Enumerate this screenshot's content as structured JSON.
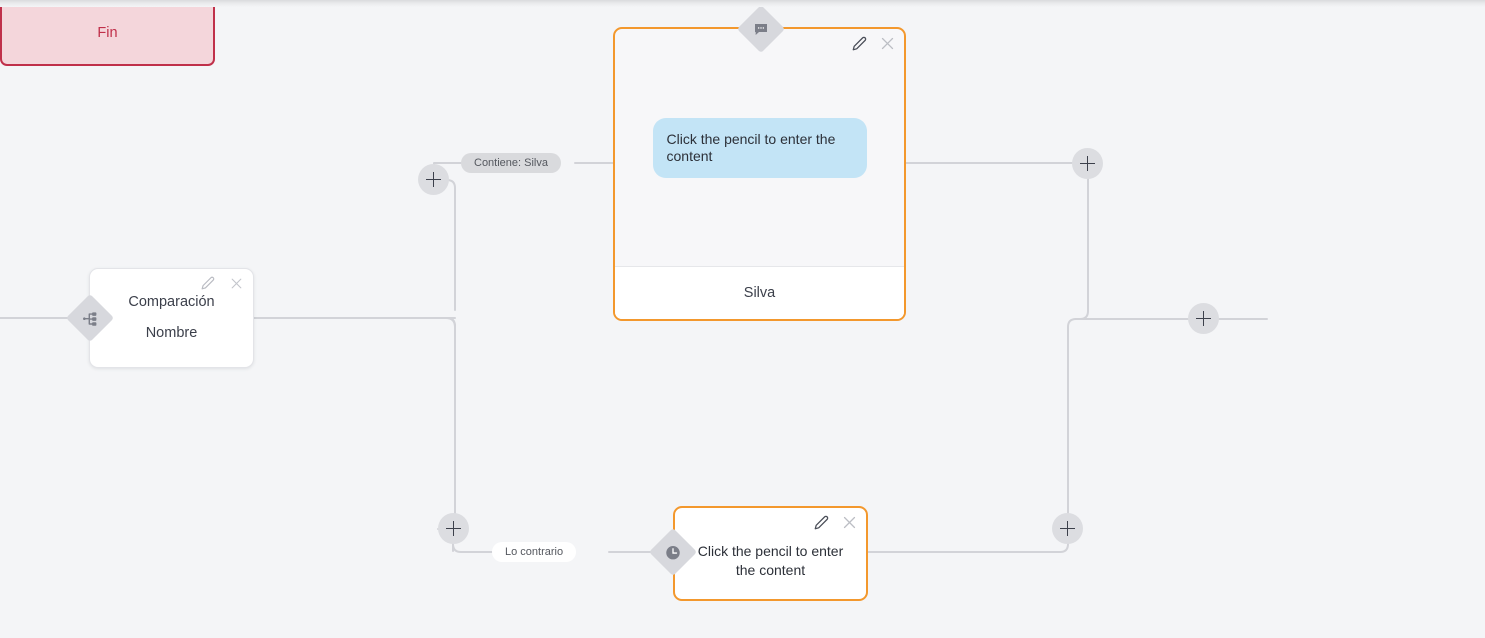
{
  "canvas": {
    "background_color": "#f4f5f7",
    "edge_color": "#d2d3d8",
    "accent_orange": "#f3982d",
    "accent_red": "#c0304a",
    "bubble_blue": "#c3e4f6",
    "diamond_gray": "#d7d8dd",
    "plus_gray": "#dcdde1"
  },
  "nodes": {
    "comparison": {
      "title": "Comparación",
      "subtitle": "Nombre",
      "icon": "branch-icon",
      "edit_icon": "pencil-icon",
      "close_icon": "close-icon"
    },
    "message": {
      "bubble_text": "Click the pencil to enter the content",
      "footer_label": "Silva",
      "icon": "chat-bubble-icon",
      "edit_icon": "pencil-icon",
      "close_icon": "close-icon"
    },
    "wait": {
      "text": "Click the pencil to enter the content",
      "icon": "clock-icon",
      "edit_icon": "pencil-icon",
      "close_icon": "close-icon"
    },
    "end": {
      "label": "Fin"
    }
  },
  "edge_labels": {
    "contiene": "Contiene: Silva",
    "contrario": "Lo contrario"
  },
  "add_buttons": [
    {
      "name": "add-node-top-left",
      "icon": "plus-icon"
    },
    {
      "name": "add-node-top-right",
      "icon": "plus-icon"
    },
    {
      "name": "add-node-bottom-left",
      "icon": "plus-icon"
    },
    {
      "name": "add-node-bottom-right",
      "icon": "plus-icon"
    },
    {
      "name": "add-node-before-end",
      "icon": "plus-icon"
    }
  ]
}
